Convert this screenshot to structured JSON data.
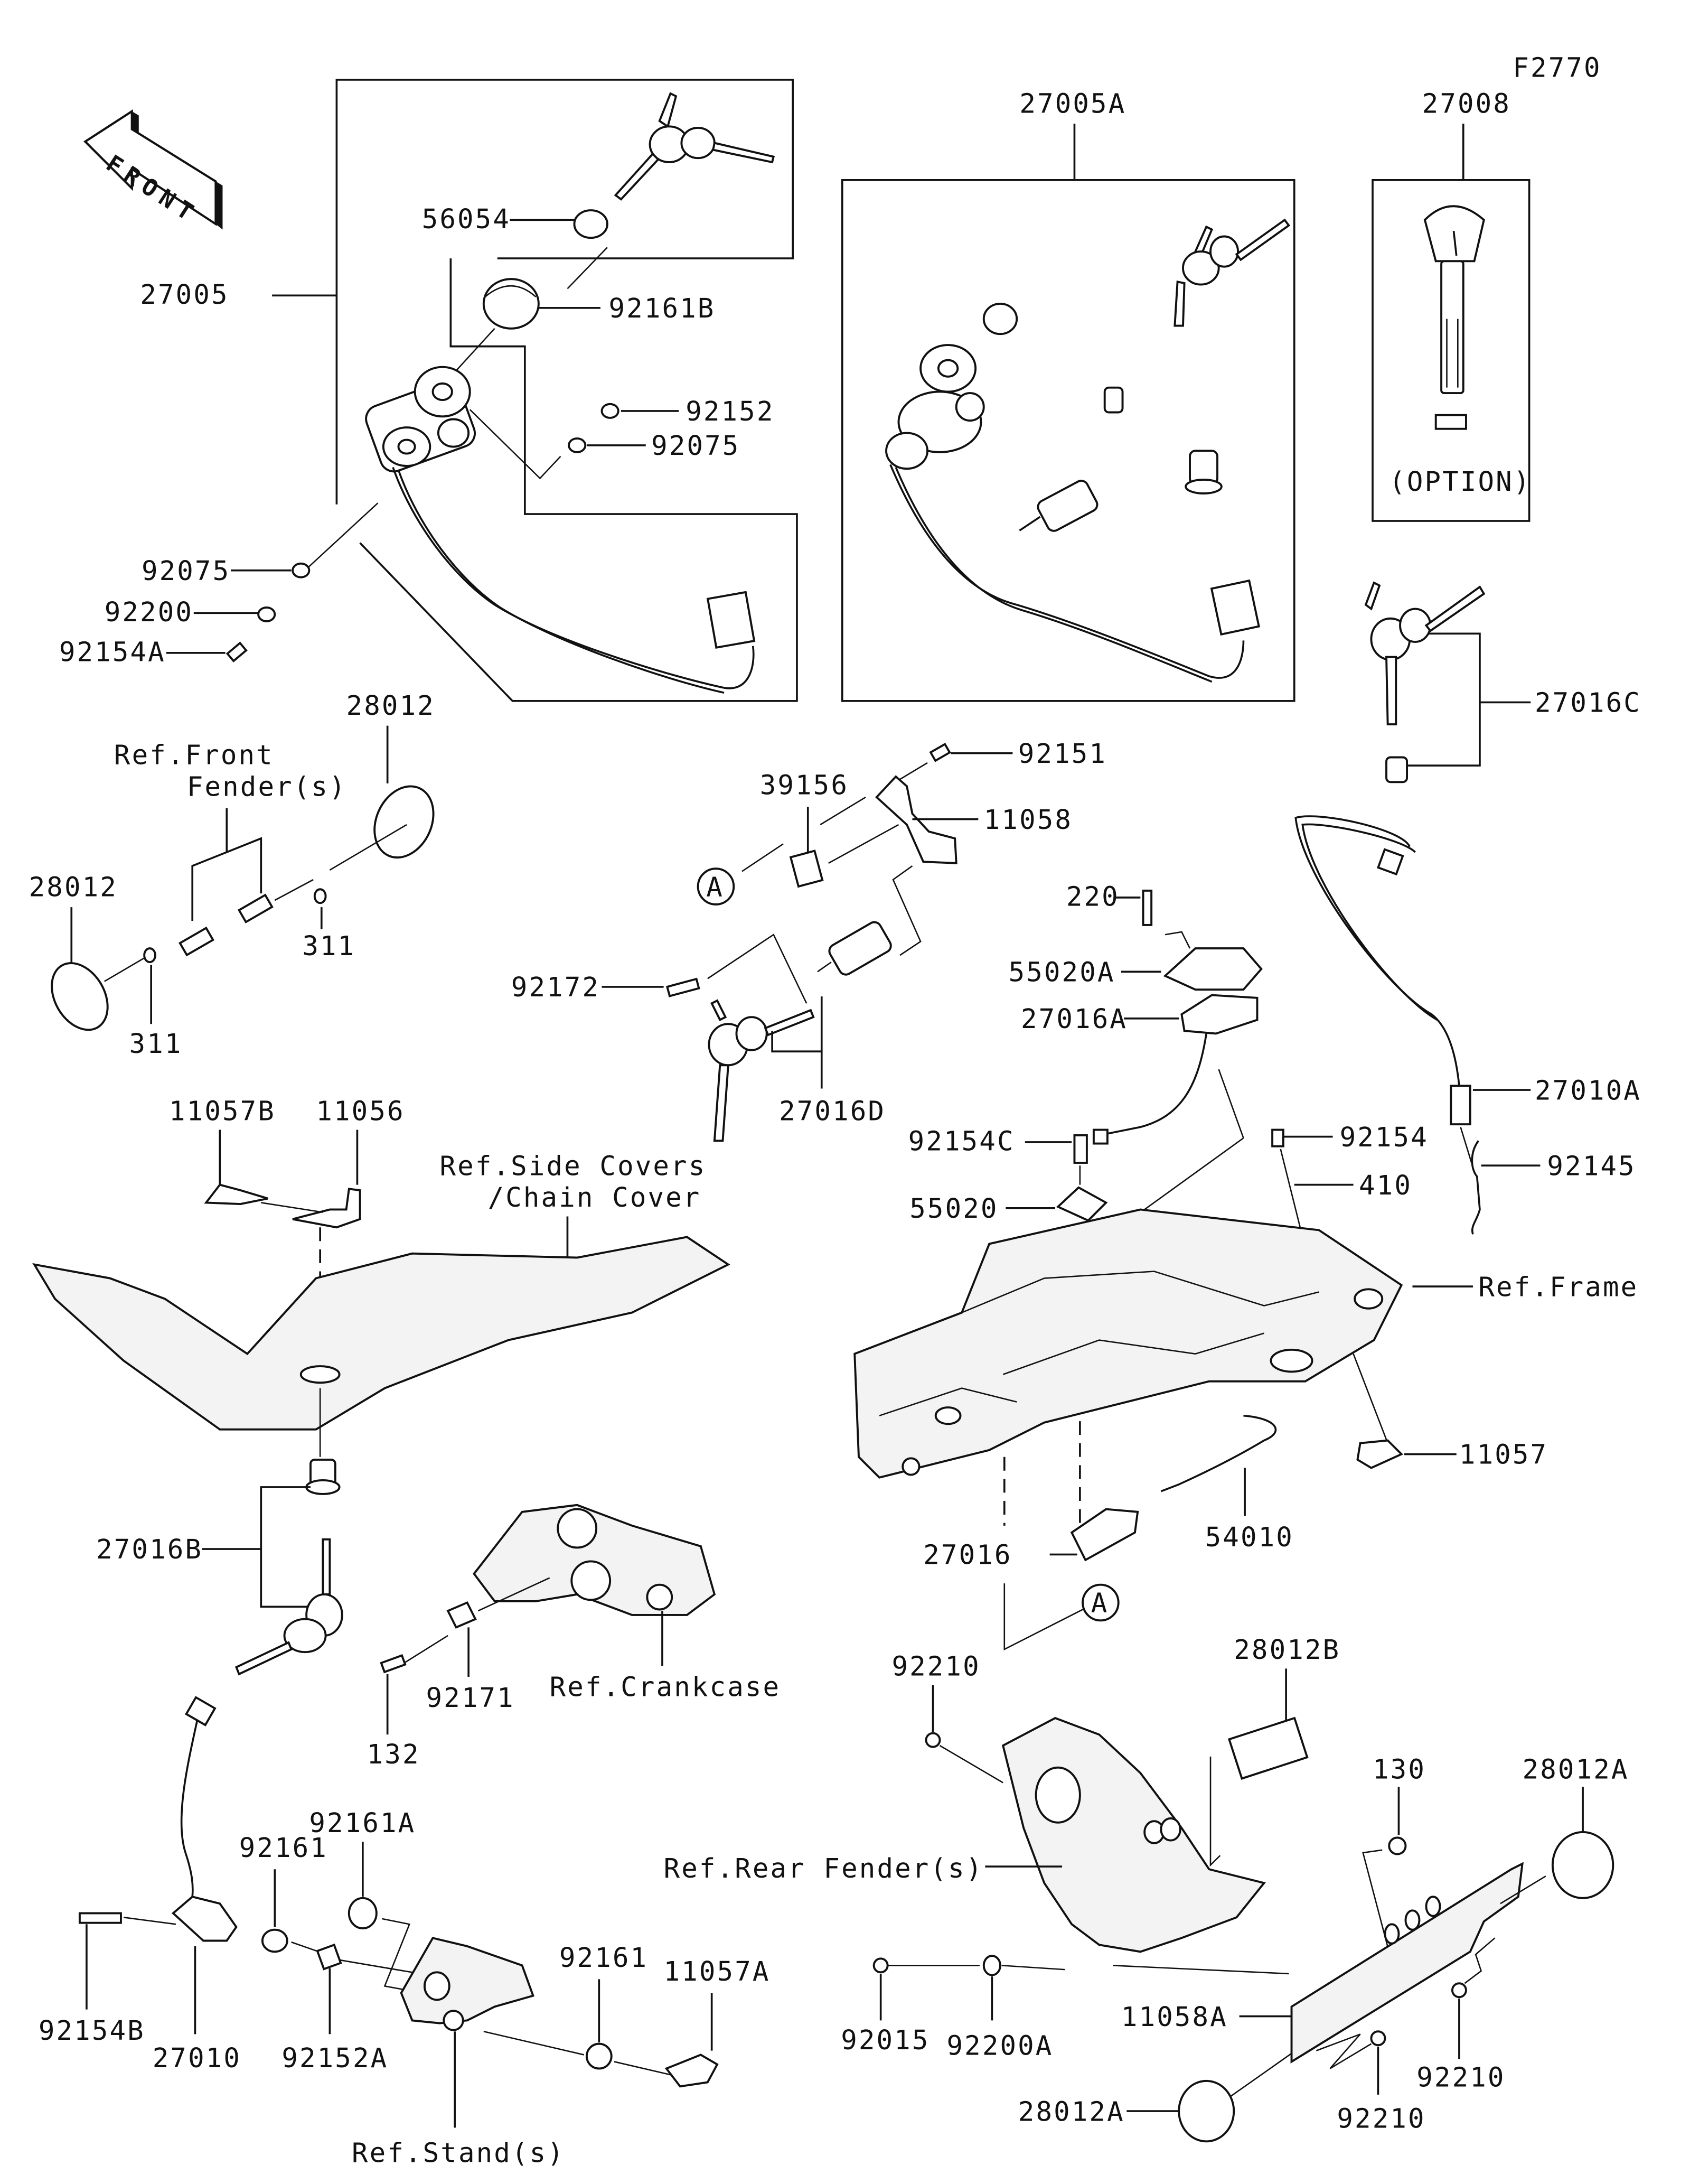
{
  "diagram": {
    "figure_code": "F2770",
    "front_arrow_label": "FRONT",
    "option_label": "(OPTION)",
    "circle_marker": "A",
    "part_labels": {
      "p27005": "27005",
      "p56054": "56054",
      "p92161B": "92161B",
      "p92152": "92152",
      "p92075_a": "92075",
      "p92075_b": "92075",
      "p92200": "92200",
      "p92154A": "92154A",
      "p27005A": "27005A",
      "p27008": "27008",
      "p27016C": "27016C",
      "p28012_top": "28012",
      "p28012_left": "28012",
      "p311_a": "311",
      "p311_b": "311",
      "p92151": "92151",
      "p39156": "39156",
      "p11058": "11058",
      "p92172": "92172",
      "p27016D": "27016D",
      "p220": "220",
      "p55020A": "55020A",
      "p27016A": "27016A",
      "p27010A": "27010A",
      "p92154C": "92154C",
      "p92154": "92154",
      "p92145": "92145",
      "p410": "410",
      "p55020": "55020",
      "p11057B": "11057B",
      "p11056": "11056",
      "p11057": "11057",
      "p54010": "54010",
      "p27016": "27016",
      "p27016B": "27016B",
      "p132": "132",
      "p92171": "92171",
      "p92210_a": "92210",
      "p28012B": "28012B",
      "p28012A_a": "28012A",
      "p130": "130",
      "p92161A": "92161A",
      "p92161_a": "92161",
      "p92161_b": "92161",
      "p11057A": "11057A",
      "p92154B": "92154B",
      "p27010": "27010",
      "p92152A": "92152A",
      "p92015": "92015",
      "p92200A": "92200A",
      "p11058A": "11058A",
      "p92210_b": "92210",
      "p92210_c": "92210",
      "p28012A_b": "28012A"
    },
    "reference_labels": {
      "front_fender_1": "Ref.Front",
      "front_fender_2": "Fender(s)",
      "side_covers_1": "Ref.Side Covers",
      "side_covers_2": "/Chain Cover",
      "frame": "Ref.Frame",
      "crankcase": "Ref.Crankcase",
      "rear_fender": "Ref.Rear Fender(s)",
      "stand": "Ref.Stand(s)"
    }
  }
}
